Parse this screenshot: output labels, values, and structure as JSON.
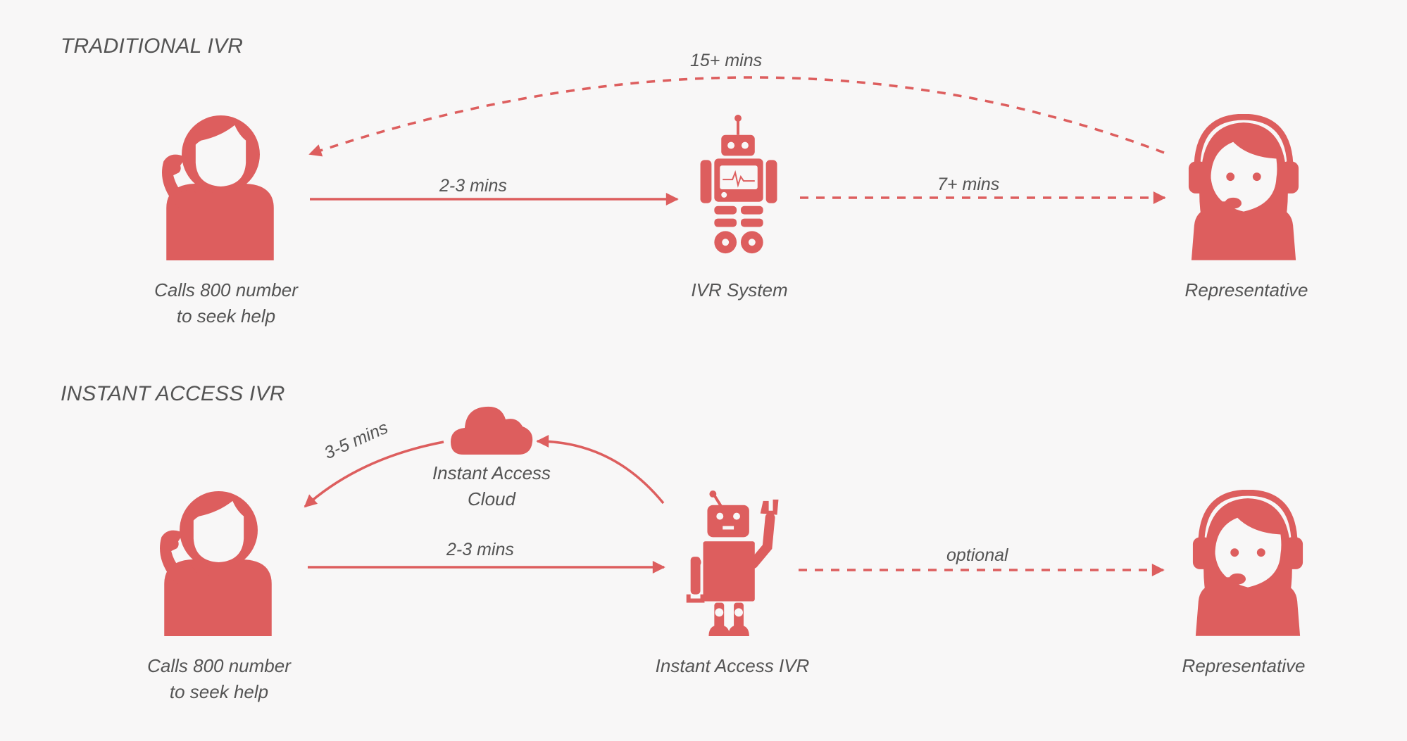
{
  "colors": {
    "accent": "#dd5e5e",
    "text": "#545454",
    "background": "#f8f7f7"
  },
  "sections": {
    "traditional": {
      "title": "TRADITIONAL IVR",
      "nodes": {
        "caller": {
          "line1": "Calls 800 number",
          "line2": "to seek help",
          "icon": "caller-headset-icon"
        },
        "system": {
          "label": "IVR System",
          "icon": "robot-icon"
        },
        "rep": {
          "label": "Representative",
          "icon": "representative-headset-icon"
        }
      },
      "edges": {
        "caller_to_system": "2-3 mins",
        "system_to_rep": "7+ mins",
        "rep_to_caller": "15+ mins"
      }
    },
    "instant": {
      "title": "INSTANT ACCESS IVR",
      "nodes": {
        "caller": {
          "line1": "Calls 800 number",
          "line2": "to seek help",
          "icon": "caller-headset-icon"
        },
        "system": {
          "label": "Instant Access IVR",
          "icon": "waving-robot-icon"
        },
        "cloud": {
          "line1": "Instant Access",
          "line2": "Cloud",
          "icon": "cloud-icon"
        },
        "rep": {
          "label": "Representative",
          "icon": "representative-headset-icon"
        }
      },
      "edges": {
        "caller_to_system": "2-3 mins",
        "system_to_rep": "optional",
        "cloud_to_caller": "3-5 mins"
      }
    }
  }
}
